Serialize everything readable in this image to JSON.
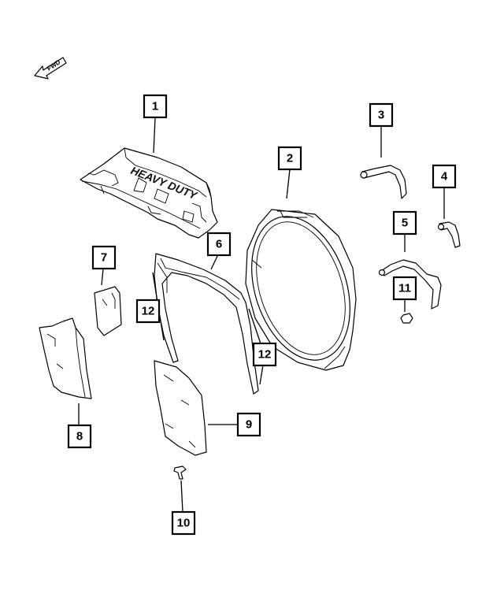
{
  "diagram": {
    "direction_indicator": {
      "label": "FWD"
    },
    "deflector_logo": "HEAVY DUTY",
    "callouts": [
      {
        "id": "callout-1",
        "label": "1"
      },
      {
        "id": "callout-2",
        "label": "2"
      },
      {
        "id": "callout-3",
        "label": "3"
      },
      {
        "id": "callout-4",
        "label": "4"
      },
      {
        "id": "callout-5",
        "label": "5"
      },
      {
        "id": "callout-6",
        "label": "6"
      },
      {
        "id": "callout-7",
        "label": "7"
      },
      {
        "id": "callout-8",
        "label": "8"
      },
      {
        "id": "callout-9",
        "label": "9"
      },
      {
        "id": "callout-10",
        "label": "10"
      },
      {
        "id": "callout-11",
        "label": "11"
      },
      {
        "id": "callout-12a",
        "label": "12"
      },
      {
        "id": "callout-12b",
        "label": "12"
      }
    ]
  }
}
